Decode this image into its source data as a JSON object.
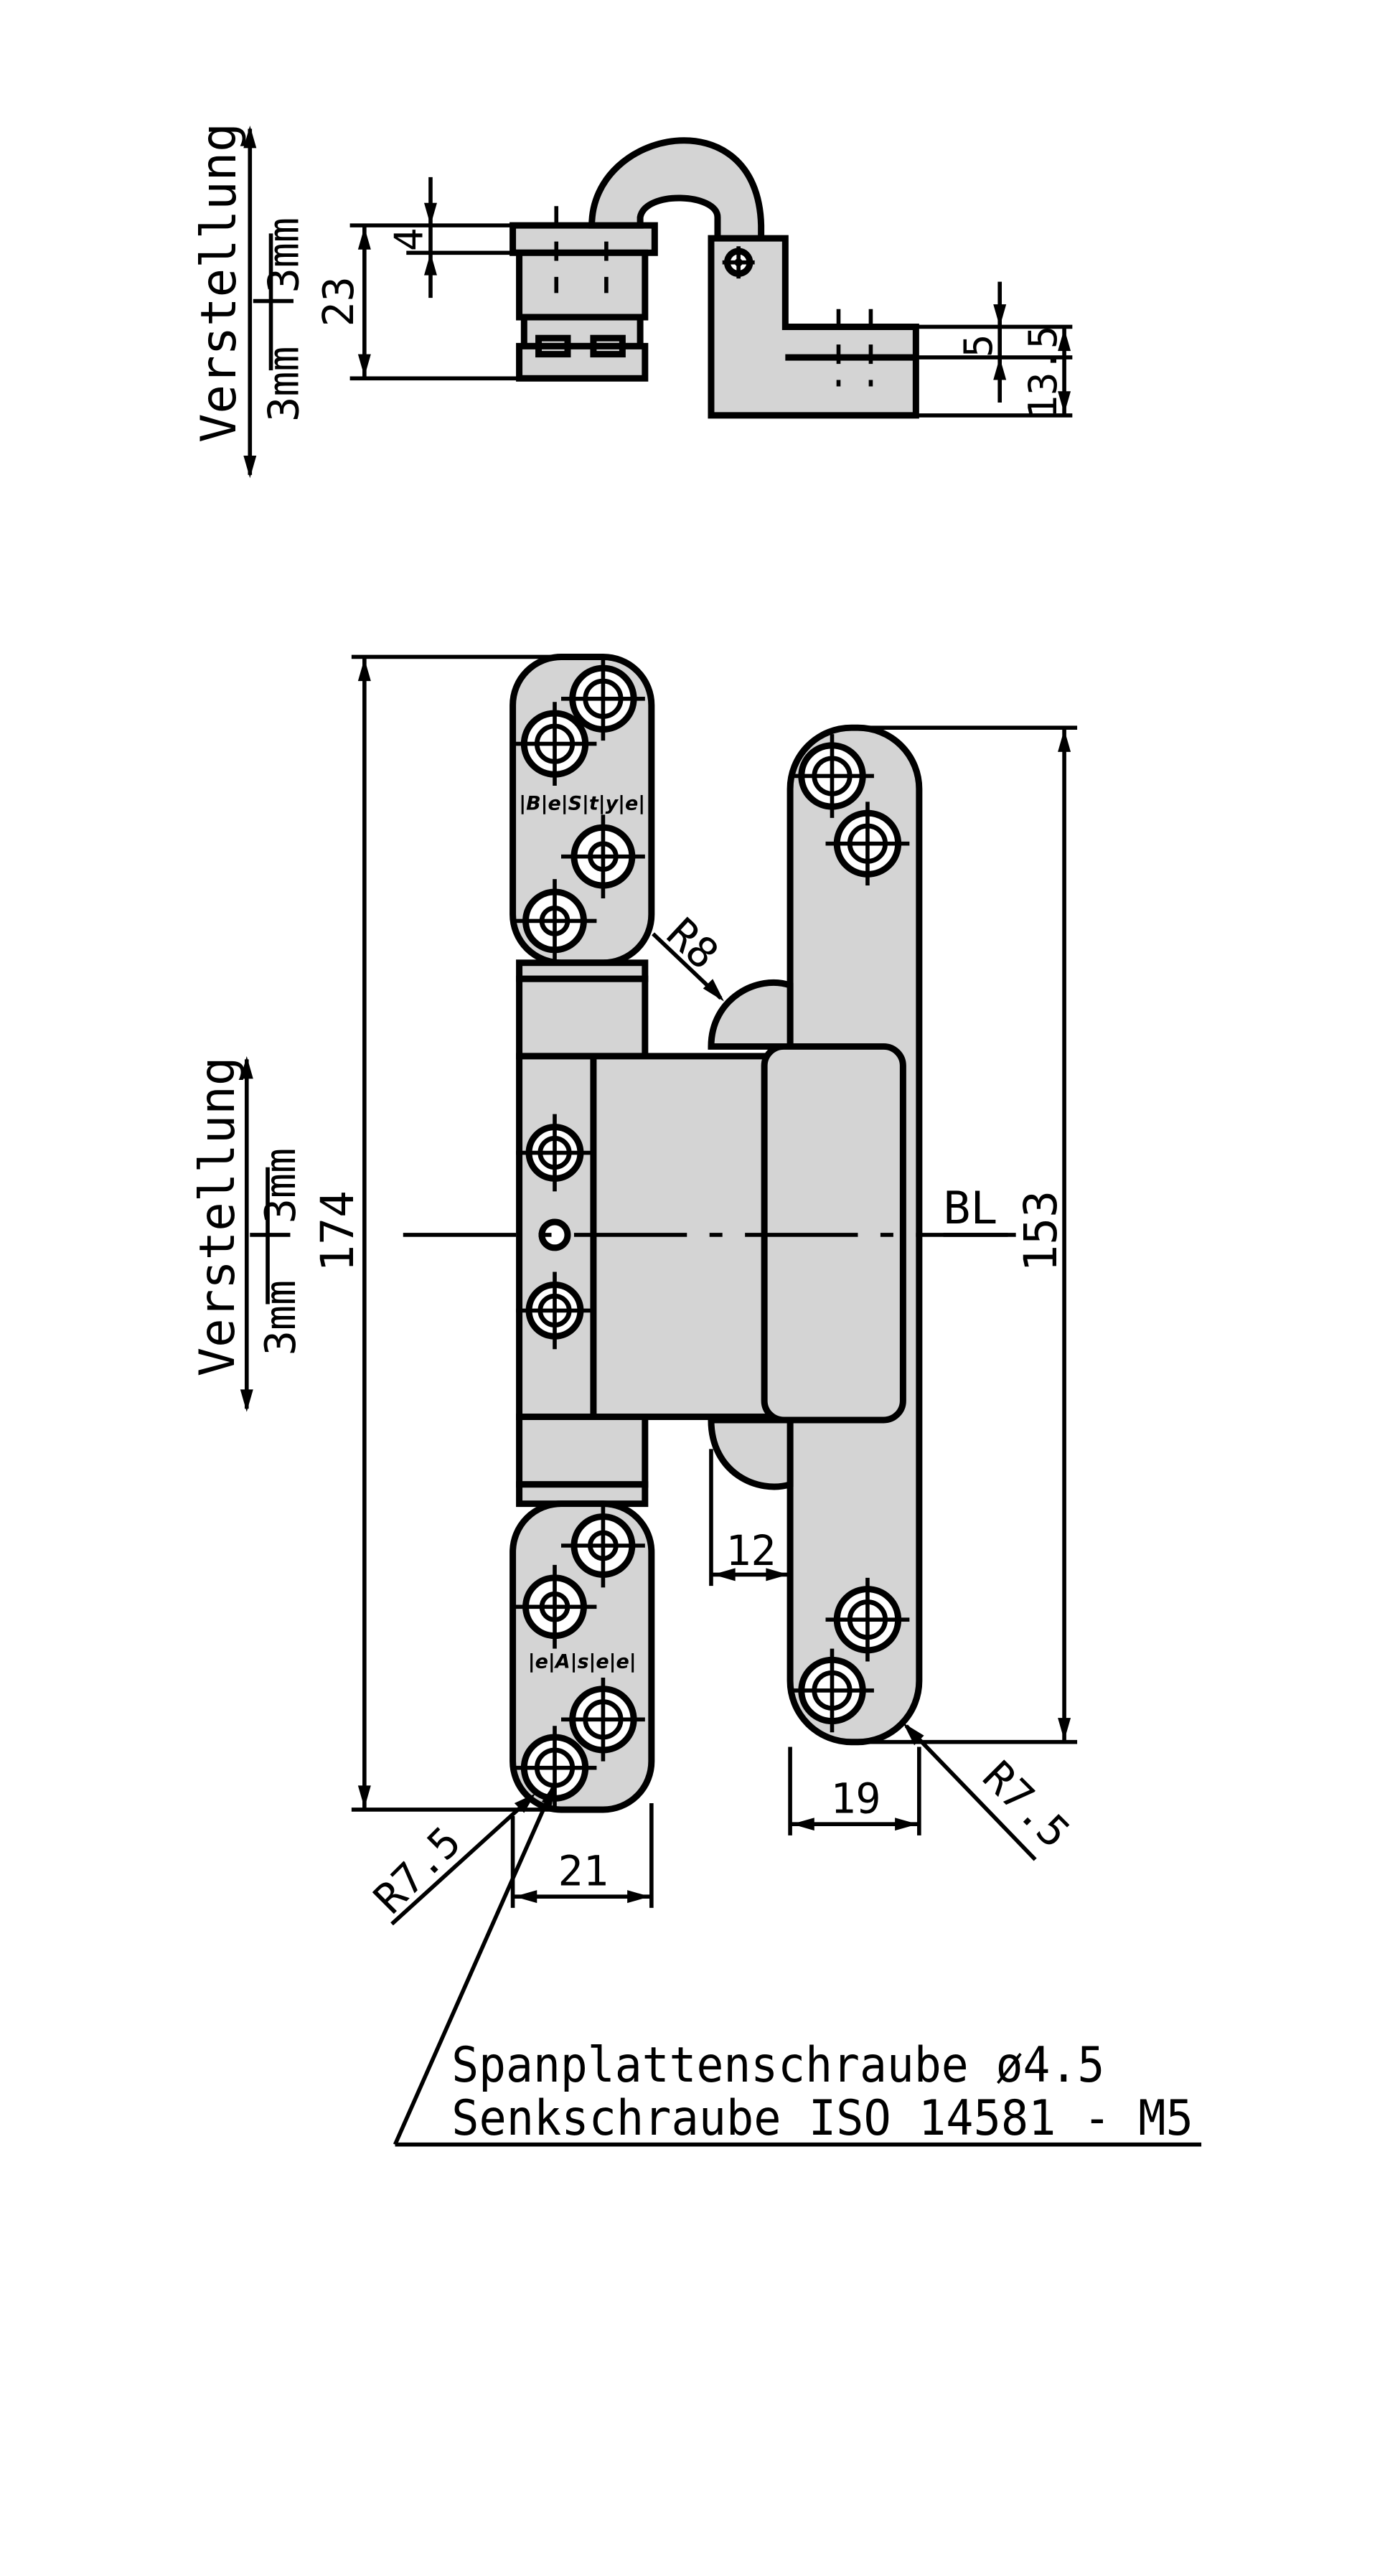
{
  "adjustment_label": "Verstellung",
  "adjust_up": "3mm",
  "adjust_down": "3mm",
  "side_view": {
    "dim_23": "23",
    "dim_4": "4",
    "dim_5": "5",
    "dim_13_5": "13.5"
  },
  "front_view": {
    "dim_174": "174",
    "dim_153": "153",
    "dim_12": "12",
    "dim_19": "19",
    "dim_21": "21",
    "radius_r8": "R8",
    "radius_r7_5_left": "R7.5",
    "radius_r7_5_right": "R7.5",
    "centerline_bl": "BL",
    "logo_top": "|B|e|S|t|y|e|",
    "logo_bottom": "|e|A|s|e|e|"
  },
  "screw_note": {
    "line1": "Spanplattenschraube ø4.5",
    "line2": "Senkschraube ISO 14581 - M5"
  },
  "colors": {
    "part_fill": "#d4d4d4",
    "line": "#000000",
    "background": "#ffffff"
  }
}
